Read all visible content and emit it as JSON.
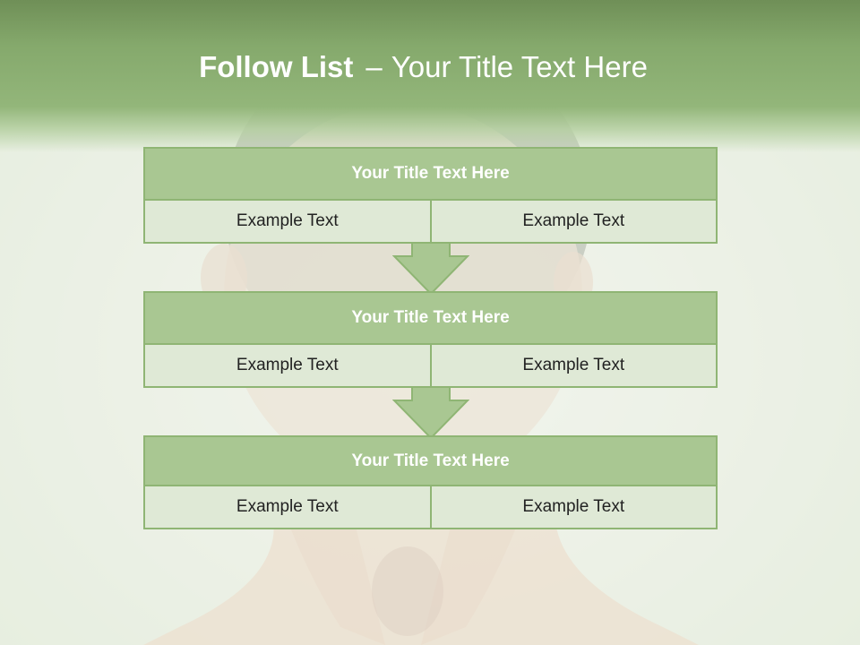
{
  "slide": {
    "title_bold": "Follow List",
    "title_separator": "–",
    "title_rest": "Your Title Text Here"
  },
  "steps": [
    {
      "title": "Your Title Text Here",
      "left": "Example Text",
      "right": "Example Text"
    },
    {
      "title": "Your Title Text Here",
      "left": "Example Text",
      "right": "Example Text"
    },
    {
      "title": "Your Title Text Here",
      "left": "Example Text",
      "right": "Example Text"
    }
  ],
  "colors": {
    "header": "#85a96c",
    "box_title": "#a9c792",
    "box_border": "#8fb574",
    "cell_bg": "#dfe9d6"
  }
}
